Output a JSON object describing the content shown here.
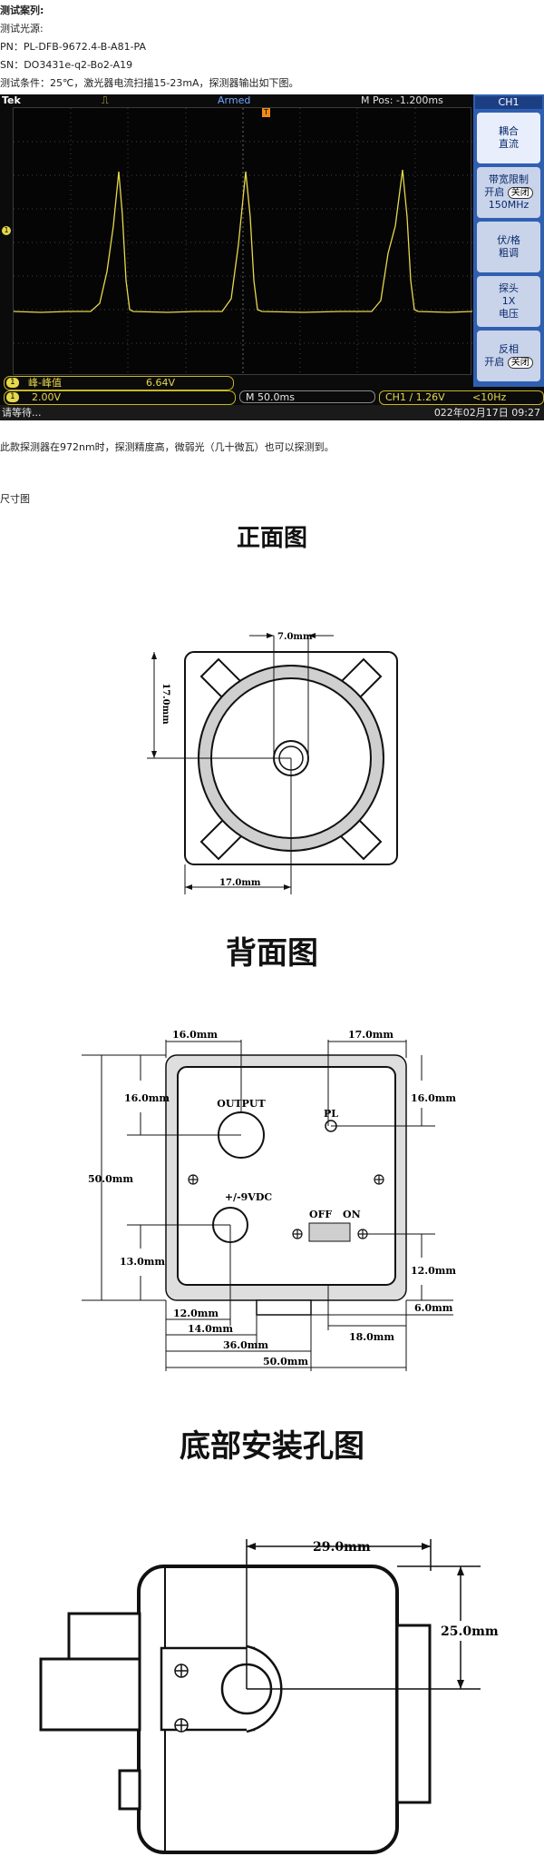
{
  "intro": {
    "heading": "测试案列:",
    "source": "测试光源:",
    "pn": "PN：PL-DFB-9672.4-B-A81-PA",
    "sn": "SN：DO3431e-q2-Bo2-A19",
    "condition": "测试条件：25℃，激光器电流扫描15-23mA，探测器输出如下图。"
  },
  "scope": {
    "brand": "Tek",
    "trigger_symbol": "⎍",
    "status": "Armed",
    "mpos": "M Pos: -1.200ms",
    "channel_header": "CH1",
    "menu": [
      {
        "line1": "耦合",
        "line2": "直流",
        "line3": ""
      },
      {
        "line1": "带宽限制",
        "line2": "开启",
        "line2b": "关闭",
        "line3": "150MHz"
      },
      {
        "line1": "伏/格",
        "line2": "粗调",
        "line3": ""
      },
      {
        "line1": "探头",
        "line2": "1X",
        "line3": "电压"
      },
      {
        "line1": "反相",
        "line2": "开启",
        "line2b": "关闭",
        "line3": ""
      }
    ],
    "measure_channel": "1",
    "measure_label": "峰-峰值",
    "measure_value": "6.64V",
    "ch_badge": "1",
    "volts_div": "2.00V",
    "time_div": "M 50.0ms",
    "trigger_info": "CH1 ∕ 1.26V",
    "freq": "<10Hz",
    "status_left": "请等待...",
    "datetime": "022年02月17日 09:27",
    "ch_marker": "1",
    "trig_marker": "T",
    "color_trace": "#e6d84c",
    "color_menu": "#2f5fb0"
  },
  "note": "此款探测器在972nm时，探测精度高，微弱光（几十微瓦）也可以探测到。",
  "dim_title": "尺寸图",
  "front": {
    "title": "正面图",
    "dim_top": "7.0mm",
    "dim_left": "17.0mm",
    "dim_bottom": "17.0mm"
  },
  "back": {
    "title": "背面图",
    "d_16a": "16.0mm",
    "d_17": "17.0mm",
    "d_16b": "16.0mm",
    "d_16c": "16.0mm",
    "output": "OUTPUT",
    "pl": "PL",
    "d_50v": "50.0mm",
    "vdc": "+/-9VDC",
    "off": "OFF",
    "on": "ON",
    "d_13": "13.0mm",
    "d_12r": "12.0mm",
    "d_6": "6.0mm",
    "d_12l": "12.0mm",
    "d_14": "14.0mm",
    "d_18": "18.0mm",
    "d_36": "36.0mm",
    "d_50h": "50.0mm"
  },
  "bottom": {
    "title": "底部安装孔图",
    "d_29": "29.0mm",
    "d_25": "25.0mm"
  }
}
